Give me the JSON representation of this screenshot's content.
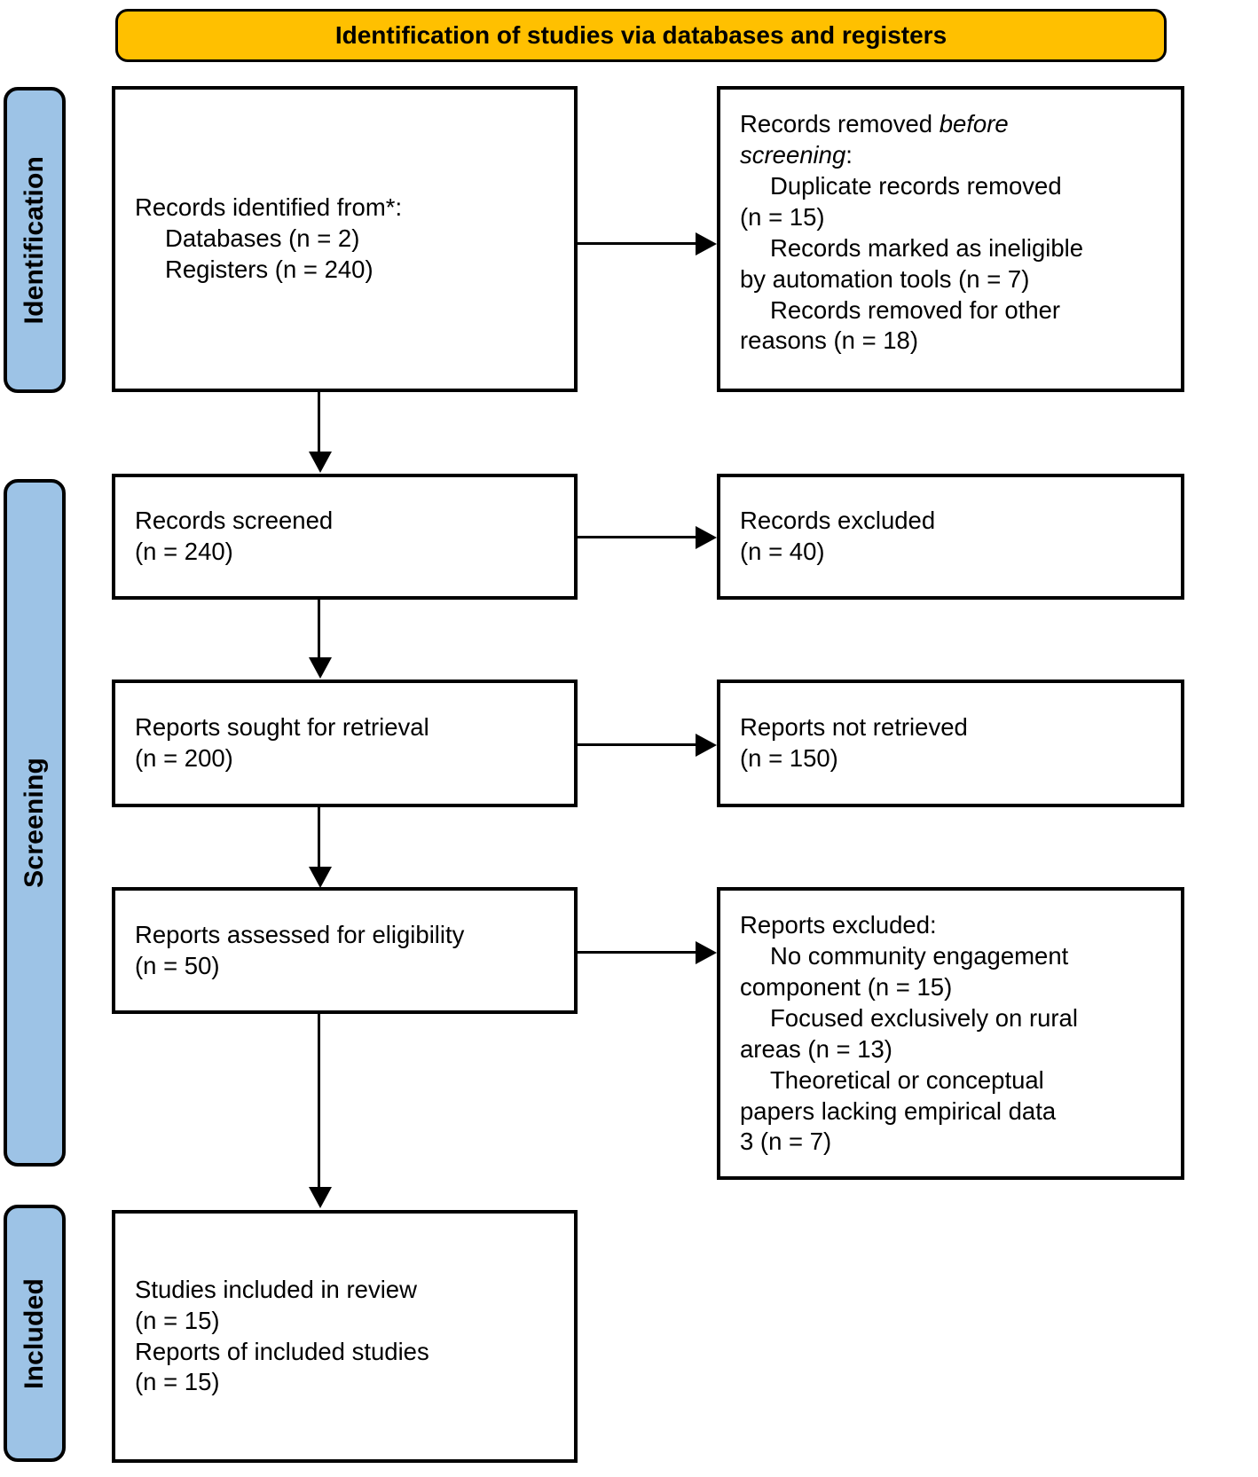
{
  "banner": {
    "title": "Identification of studies via databases and registers"
  },
  "phases": {
    "identification": "Identification",
    "screening": "Screening",
    "included": "Included"
  },
  "boxes": {
    "identified": {
      "lines": [
        {
          "text": "Records identified from*:",
          "indent": false
        },
        {
          "text": "Databases (n = 2)",
          "indent": true
        },
        {
          "text": "Registers (n = 240)",
          "indent": true
        }
      ]
    },
    "removed_before_screening": {
      "lines": [
        {
          "text": "Records removed ",
          "italic_tail": "before",
          "indent": false
        },
        {
          "text": "",
          "italic_head": "screening",
          "tail": ":",
          "indent": false
        },
        {
          "text": "Duplicate records removed",
          "indent": true
        },
        {
          "text": "(n = 15)",
          "indent": false
        },
        {
          "text": "Records marked as ineligible",
          "indent": true
        },
        {
          "text": "by automation tools (n = 7)",
          "indent": false
        },
        {
          "text": "Records removed for other",
          "indent": true
        },
        {
          "text": "reasons (n = 18)",
          "indent": false
        }
      ]
    },
    "records_screened": {
      "lines": [
        {
          "text": "Records screened",
          "indent": false
        },
        {
          "text": "(n = 240)",
          "indent": false
        }
      ]
    },
    "records_excluded": {
      "lines": [
        {
          "text": "Records excluded",
          "indent": false
        },
        {
          "text": "(n = 40)",
          "indent": false
        }
      ]
    },
    "reports_sought": {
      "lines": [
        {
          "text": "Reports sought for retrieval",
          "indent": false
        },
        {
          "text": "(n = 200)",
          "indent": false
        }
      ]
    },
    "reports_not_retrieved": {
      "lines": [
        {
          "text": "Reports not retrieved",
          "indent": false
        },
        {
          "text": "(n = 150)",
          "indent": false
        }
      ]
    },
    "reports_assessed": {
      "lines": [
        {
          "text": "Reports assessed for eligibility",
          "indent": false
        },
        {
          "text": "(n = 50)",
          "indent": false
        }
      ]
    },
    "reports_excluded": {
      "lines": [
        {
          "text": "Reports excluded:",
          "indent": false
        },
        {
          "text": "No community engagement",
          "indent": true
        },
        {
          "text": "component (n = 15)",
          "indent": false
        },
        {
          "text": "Focused exclusively on rural",
          "indent": true
        },
        {
          "text": "areas (n = 13)",
          "indent": false
        },
        {
          "text": "Theoretical or conceptual",
          "indent": true
        },
        {
          "text": "papers lacking empirical data",
          "indent": false
        },
        {
          "text": "3 (n = 7)",
          "indent": false
        }
      ]
    },
    "studies_included": {
      "lines": [
        {
          "text": "Studies included in review",
          "indent": false
        },
        {
          "text": "(n = 15)",
          "indent": false
        },
        {
          "text": "Reports of included studies",
          "indent": false
        },
        {
          "text": "(n = 15)",
          "indent": false
        }
      ]
    }
  },
  "colors": {
    "banner": "#ffc000",
    "phase_rail": "#9dc3e6",
    "border": "#000000",
    "box_fill": "#ffffff"
  }
}
